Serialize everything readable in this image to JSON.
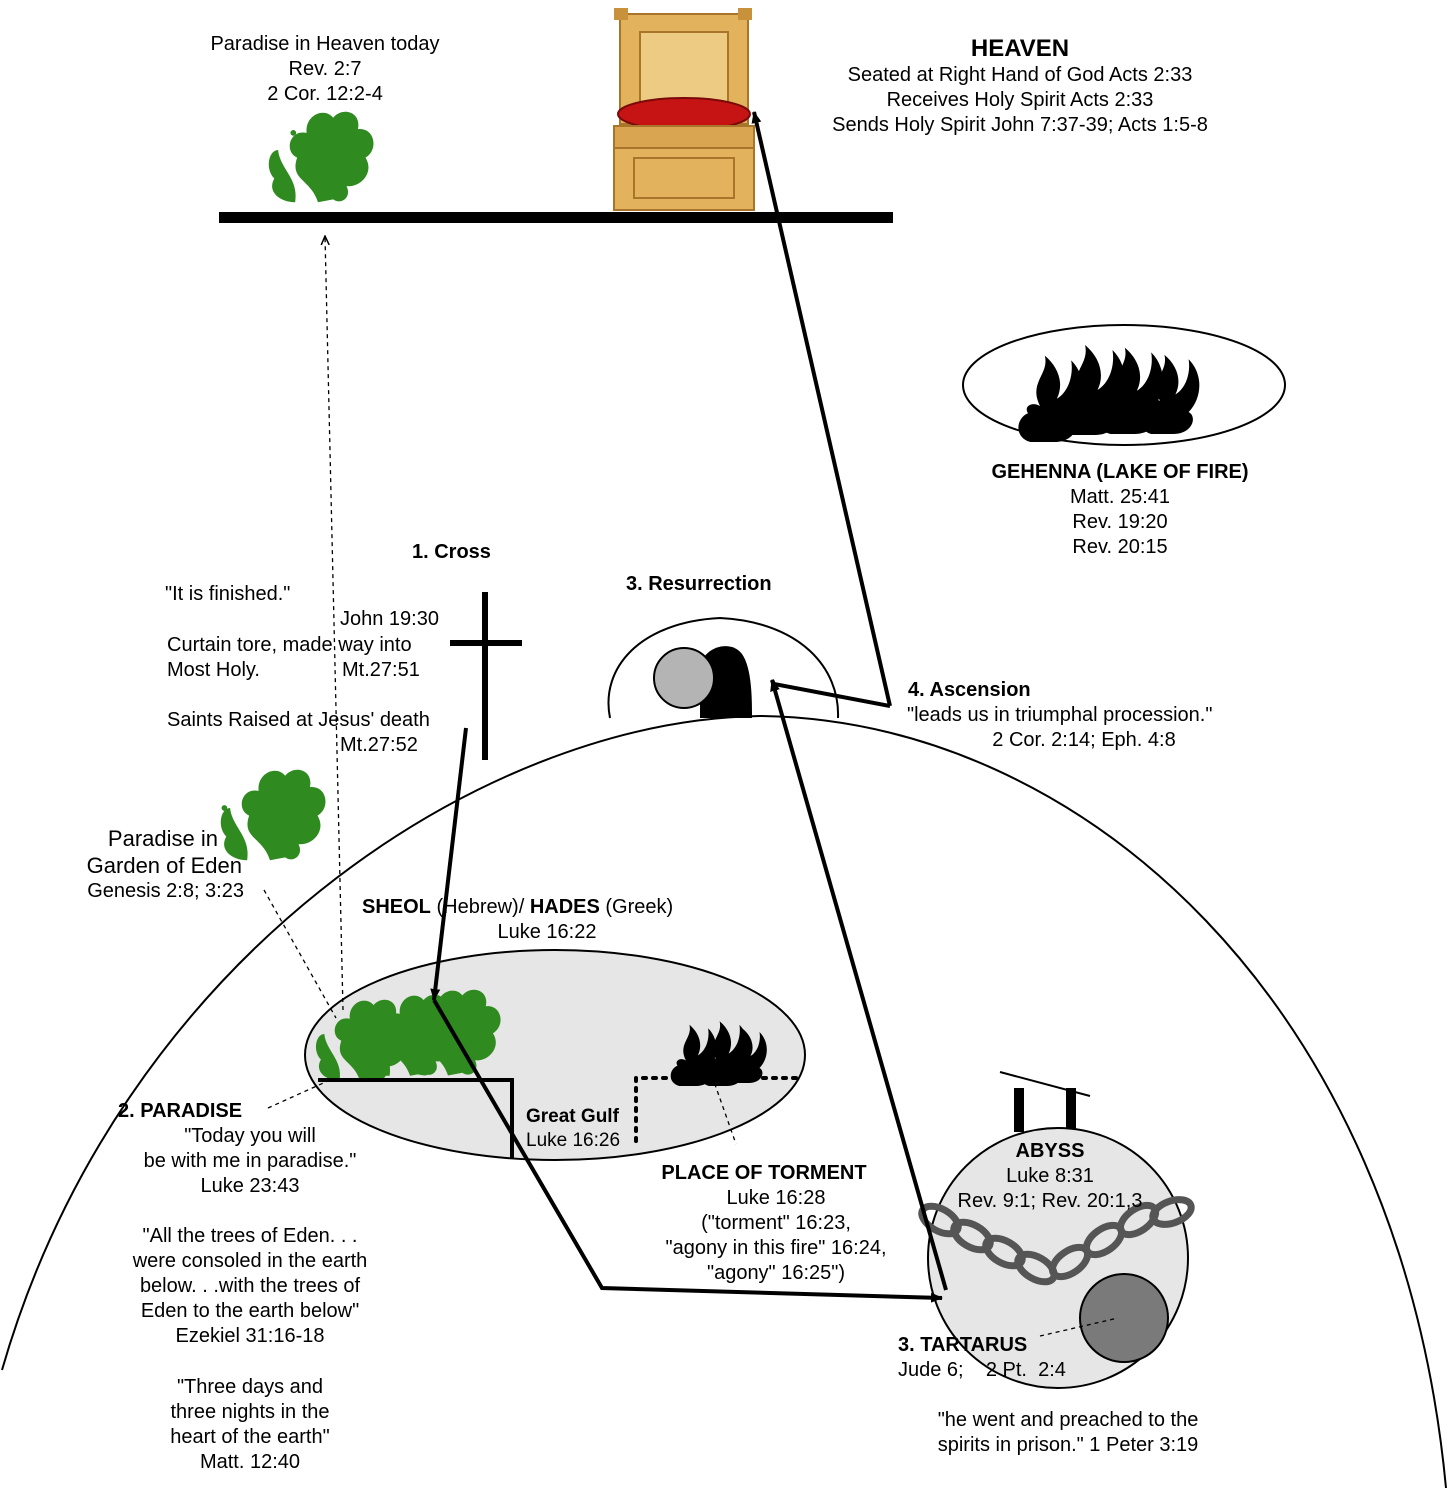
{
  "heaven": {
    "paradise_today": [
      "Paradise in Heaven today",
      "Rev. 2:7",
      "2 Cor. 12:2-4"
    ],
    "title": "HEAVEN",
    "lines": [
      "Seated at Right Hand of God Acts 2:33",
      "Receives Holy Spirit  Acts 2:33",
      "Sends Holy Spirit John 7:37-39; Acts 1:5-8"
    ]
  },
  "gehenna": {
    "title": "GEHENNA (LAKE OF FIRE)",
    "refs": [
      "Matt. 25:41",
      "Rev. 19:20",
      "Rev. 20:15"
    ]
  },
  "cross": {
    "title": "1. Cross",
    "finished": "\"It is finished.\"",
    "finished_ref": "John 19:30",
    "curtain_1": "Curtain tore, made way into",
    "curtain_2": "Most Holy.",
    "curtain_ref": "Mt.27:51",
    "saints": "Saints Raised at Jesus' death",
    "saints_ref": "Mt.27:52"
  },
  "resurrection": {
    "title": "3.  Resurrection"
  },
  "ascension": {
    "title": "4.  Ascension",
    "quote": "\"leads us in triumphal procession.\"",
    "refs": "2 Cor. 2:14; Eph. 4:8"
  },
  "eden": {
    "lines": [
      "Paradise in",
      "Garden of Eden"
    ],
    "ref": "Genesis 2:8; 3:23"
  },
  "sheol": {
    "sheol": "SHEOL",
    "hebrew": " (Hebrew)/ ",
    "hades": "HADES",
    "greek": " (Greek)",
    "ref": "Luke 16:22"
  },
  "gulf": {
    "title": "Great Gulf",
    "ref": "Luke 16:26"
  },
  "paradise": {
    "title": "2. PARADISE",
    "quote1": [
      "\"Today you will",
      "be with me in paradise.\"",
      "Luke 23:43"
    ],
    "quote2": [
      "\"All the trees of Eden. . .",
      "were consoled in the earth",
      "below. . .with the trees of",
      "Eden to the earth below\"",
      "Ezekiel 31:16-18"
    ],
    "quote3": [
      "\"Three days and",
      "three nights in the",
      "heart of the earth\"",
      "Matt. 12:40"
    ]
  },
  "torment": {
    "title": "PLACE OF TORMENT",
    "lines": [
      "Luke 16:28",
      "(\"torment\" 16:23,",
      "\"agony in this fire\" 16:24,",
      "\"agony\" 16:25\")"
    ]
  },
  "abyss": {
    "title": "ABYSS",
    "refs": [
      "Luke 8:31",
      "Rev. 9:1; Rev. 20:1,3"
    ]
  },
  "tartarus": {
    "title": "3. TARTARUS",
    "refs": "Jude 6;    2 Pt.  2:4",
    "quote": [
      "\"he went and preached to the",
      "spirits in prison.\"  1 Peter 3:19"
    ]
  },
  "colors": {
    "tree": "#2f8a1f",
    "region_fill": "#e6e6e6",
    "stone": "#b4b4b4",
    "gold": "#e2b25c",
    "cushion": "#c61414"
  }
}
